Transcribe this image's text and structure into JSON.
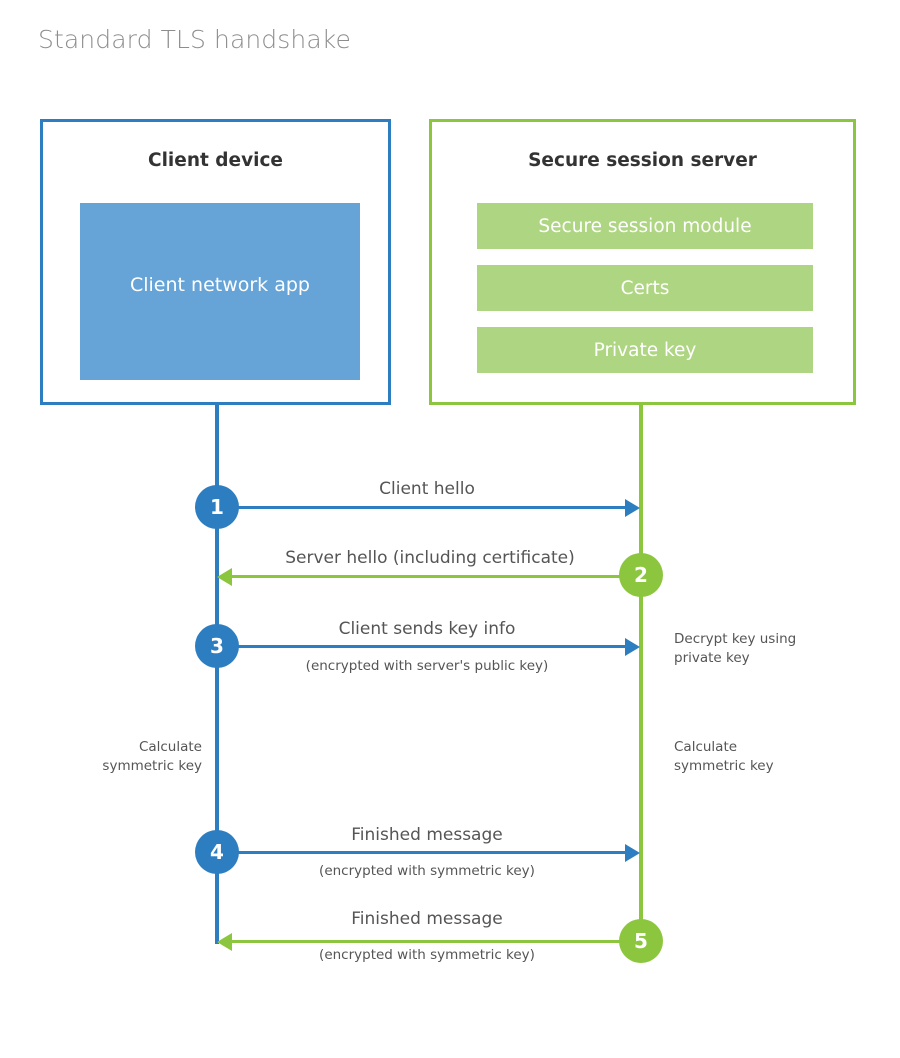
{
  "title": "Standard TLS handshake",
  "colors": {
    "client_accent": "#2d7dc1",
    "client_fill": "#66a3d6",
    "server_accent": "#8cc63e",
    "server_fill": "#aed581",
    "title_text": "#8d8d8d",
    "body_text": "#555555",
    "heading_text": "#333333",
    "background": "#ffffff"
  },
  "actors": {
    "client": {
      "title": "Client device",
      "blocks": [
        {
          "label": "Client network app"
        }
      ]
    },
    "server": {
      "title": "Secure session server",
      "blocks": [
        {
          "label": "Secure session module"
        },
        {
          "label": "Certs"
        },
        {
          "label": "Private key"
        }
      ]
    }
  },
  "steps": [
    {
      "number": "1",
      "from": "client",
      "to": "server",
      "direction": "right",
      "color": "#2d7dc1",
      "primary_label": "Client hello",
      "secondary_label": ""
    },
    {
      "number": "2",
      "from": "server",
      "to": "client",
      "direction": "left",
      "color": "#8cc63e",
      "primary_label": "Server hello (including certificate)",
      "secondary_label": ""
    },
    {
      "number": "3",
      "from": "client",
      "to": "server",
      "direction": "right",
      "color": "#2d7dc1",
      "primary_label": "Client sends key info",
      "secondary_label": "(encrypted with server's public key)"
    },
    {
      "number": "4",
      "from": "client",
      "to": "server",
      "direction": "right",
      "color": "#2d7dc1",
      "primary_label": "Finished message",
      "secondary_label": "(encrypted with symmetric key)"
    },
    {
      "number": "5",
      "from": "server",
      "to": "client",
      "direction": "left",
      "color": "#8cc63e",
      "primary_label": "Finished message",
      "secondary_label": "(encrypted with symmetric key)"
    }
  ],
  "annotations": {
    "server_decrypt": "Decrypt key using\nprivate key",
    "client_calculate": "Calculate\nsymmetric key",
    "server_calculate": "Calculate\nsymmetric key"
  }
}
